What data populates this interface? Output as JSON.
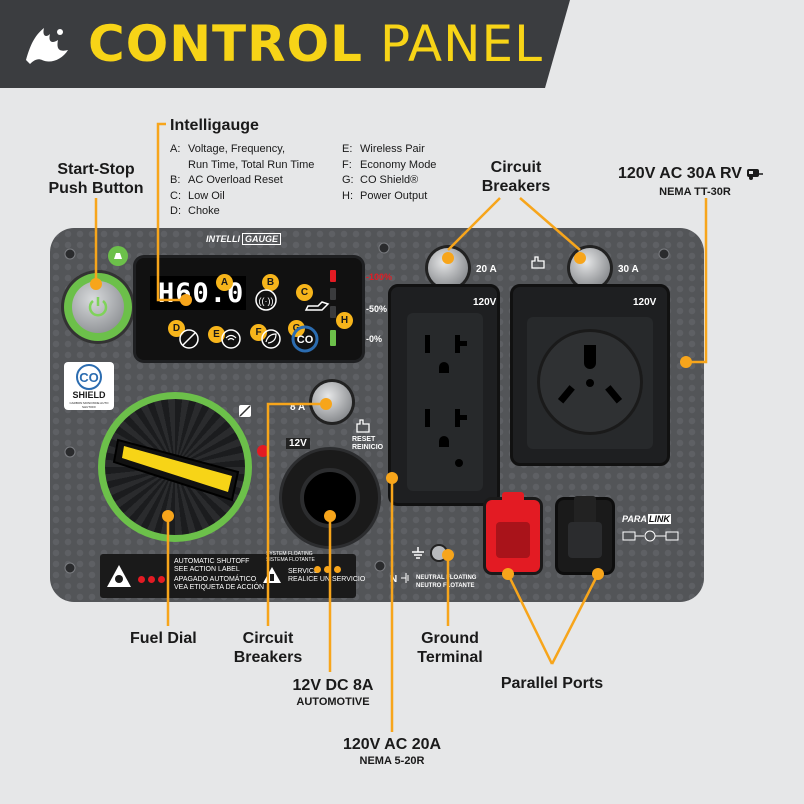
{
  "header": {
    "title_bold": "CONTROL",
    "title_light": "PANEL"
  },
  "callouts": {
    "start_stop": "Start-Stop\nPush Button",
    "intelligauge": "Intelligauge",
    "circuit_breakers_top": "Circuit\nBreakers",
    "rv_outlet": "120V AC 30A RV",
    "rv_outlet_sub": "NEMA TT-30R",
    "fuel_dial": "Fuel Dial",
    "circuit_breakers_bottom": "Circuit\nBreakers",
    "dc_outlet": "12V DC 8A",
    "dc_outlet_sub": "AUTOMOTIVE",
    "ground_terminal": "Ground\nTerminal",
    "parallel_ports": "Parallel Ports",
    "ac_outlet": "120V AC 20A",
    "ac_outlet_sub": "NEMA 5-20R"
  },
  "legend": {
    "left": [
      {
        "key": "A:",
        "text": "Voltage, Frequency,"
      },
      {
        "key": "",
        "text": "Run Time, Total Run Time"
      },
      {
        "key": "B:",
        "text": "AC Overload Reset"
      },
      {
        "key": "C:",
        "text": "Low Oil"
      },
      {
        "key": "D:",
        "text": "Choke"
      }
    ],
    "right": [
      {
        "key": "E:",
        "text": "Wireless Pair"
      },
      {
        "key": "F:",
        "text": "Economy Mode"
      },
      {
        "key": "G:",
        "text": "CO Shield®"
      },
      {
        "key": "H:",
        "text": "Power Output"
      }
    ]
  },
  "panel": {
    "gauge_brand_a": "INTELLI",
    "gauge_brand_b": "GAUGE",
    "lcd_text": "H60.0",
    "badges": [
      "A",
      "B",
      "C",
      "D",
      "E",
      "F",
      "G",
      "H"
    ],
    "power_levels": [
      "-100%",
      "-50%",
      "-0%"
    ],
    "breaker_20": "20 A",
    "breaker_30": "30 A",
    "breaker_8": "8 A",
    "volt_120_a": "120V",
    "volt_120_b": "120V",
    "volt_12": "12V",
    "reset_en": "RESET",
    "reset_es": "REINICIO",
    "co_shield": "SHIELD",
    "co_shield_sub": "CARBON MONOXIDE AUTO SHUTOFF",
    "auto_shutoff_en": "AUTOMATIC SHUTOFF",
    "auto_shutoff_en2": "SEE ACTION LABEL",
    "auto_shutoff_es": "APAGADO AUTOMÁTICO",
    "auto_shutoff_es2": "VEA ETIQUETA DE ACCIÓN",
    "service_en": "SERVICE",
    "service_es": "REALICE UN SERVICIO",
    "system_floating_en": "SYSTEM FLOATING",
    "system_floating_es": "SISTEMA FLOTANTE",
    "neutral_en": "NEUTRAL FLOATING",
    "neutral_es": "NEUTRO FLOTANTE",
    "paralink_a": "PARA",
    "paralink_b": "LINK"
  },
  "colors": {
    "accent": "#f7a51b",
    "yellow": "#f7d417",
    "green": "#6cc04a",
    "red": "#e31b23",
    "panel": "#535558",
    "banner": "#3b3d40"
  }
}
